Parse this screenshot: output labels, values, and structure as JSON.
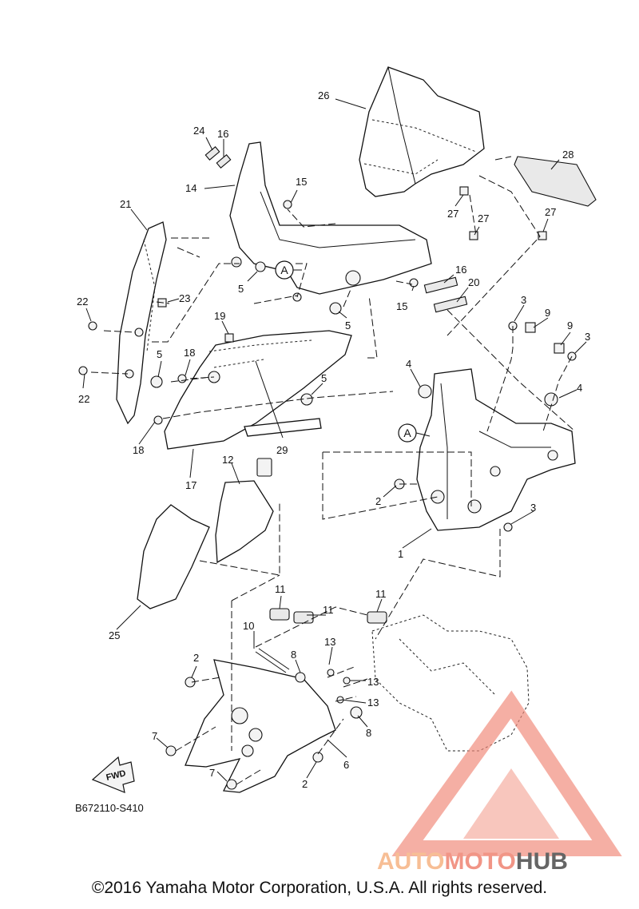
{
  "diagram": {
    "code": "B672110-S410",
    "fwd_label": "FWD",
    "ref_marker": "A",
    "part_numbers": [
      "1",
      "2",
      "3",
      "4",
      "5",
      "6",
      "7",
      "8",
      "9",
      "10",
      "11",
      "12",
      "13",
      "14",
      "15",
      "16",
      "17",
      "18",
      "19",
      "20",
      "21",
      "22",
      "23",
      "24",
      "25",
      "26",
      "27",
      "28",
      "29"
    ],
    "callouts": [
      {
        "label": "26"
      },
      {
        "label": "28"
      },
      {
        "label": "24"
      },
      {
        "label": "16"
      },
      {
        "label": "14"
      },
      {
        "label": "15"
      },
      {
        "label": "21"
      },
      {
        "label": "27"
      },
      {
        "label": "27"
      },
      {
        "label": "27"
      },
      {
        "label": "5"
      },
      {
        "label": "16"
      },
      {
        "label": "20"
      },
      {
        "label": "15"
      },
      {
        "label": "22"
      },
      {
        "label": "23"
      },
      {
        "label": "19"
      },
      {
        "label": "5"
      },
      {
        "label": "3"
      },
      {
        "label": "9"
      },
      {
        "label": "9"
      },
      {
        "label": "3"
      },
      {
        "label": "5"
      },
      {
        "label": "18"
      },
      {
        "label": "22"
      },
      {
        "label": "4"
      },
      {
        "label": "5"
      },
      {
        "label": "4"
      },
      {
        "label": "18"
      },
      {
        "label": "29"
      },
      {
        "label": "17"
      },
      {
        "label": "12"
      },
      {
        "label": "2"
      },
      {
        "label": "3"
      },
      {
        "label": "1"
      },
      {
        "label": "25"
      },
      {
        "label": "11"
      },
      {
        "label": "11"
      },
      {
        "label": "11"
      },
      {
        "label": "10"
      },
      {
        "label": "13"
      },
      {
        "label": "2"
      },
      {
        "label": "8"
      },
      {
        "label": "13"
      },
      {
        "label": "13"
      },
      {
        "label": "8"
      },
      {
        "label": "7"
      },
      {
        "label": "6"
      },
      {
        "label": "7"
      },
      {
        "label": "2"
      }
    ]
  },
  "watermark": {
    "brand_part1": "AUTO",
    "brand_part2": "MOTO",
    "brand_part3": "HUB",
    "color_primary": "#f08a7a",
    "color_secondary": "#f7b88a",
    "color_dark": "#555555"
  },
  "footer": {
    "copyright": "©2016 Yamaha Motor Corporation, U.S.A. All rights reserved."
  }
}
